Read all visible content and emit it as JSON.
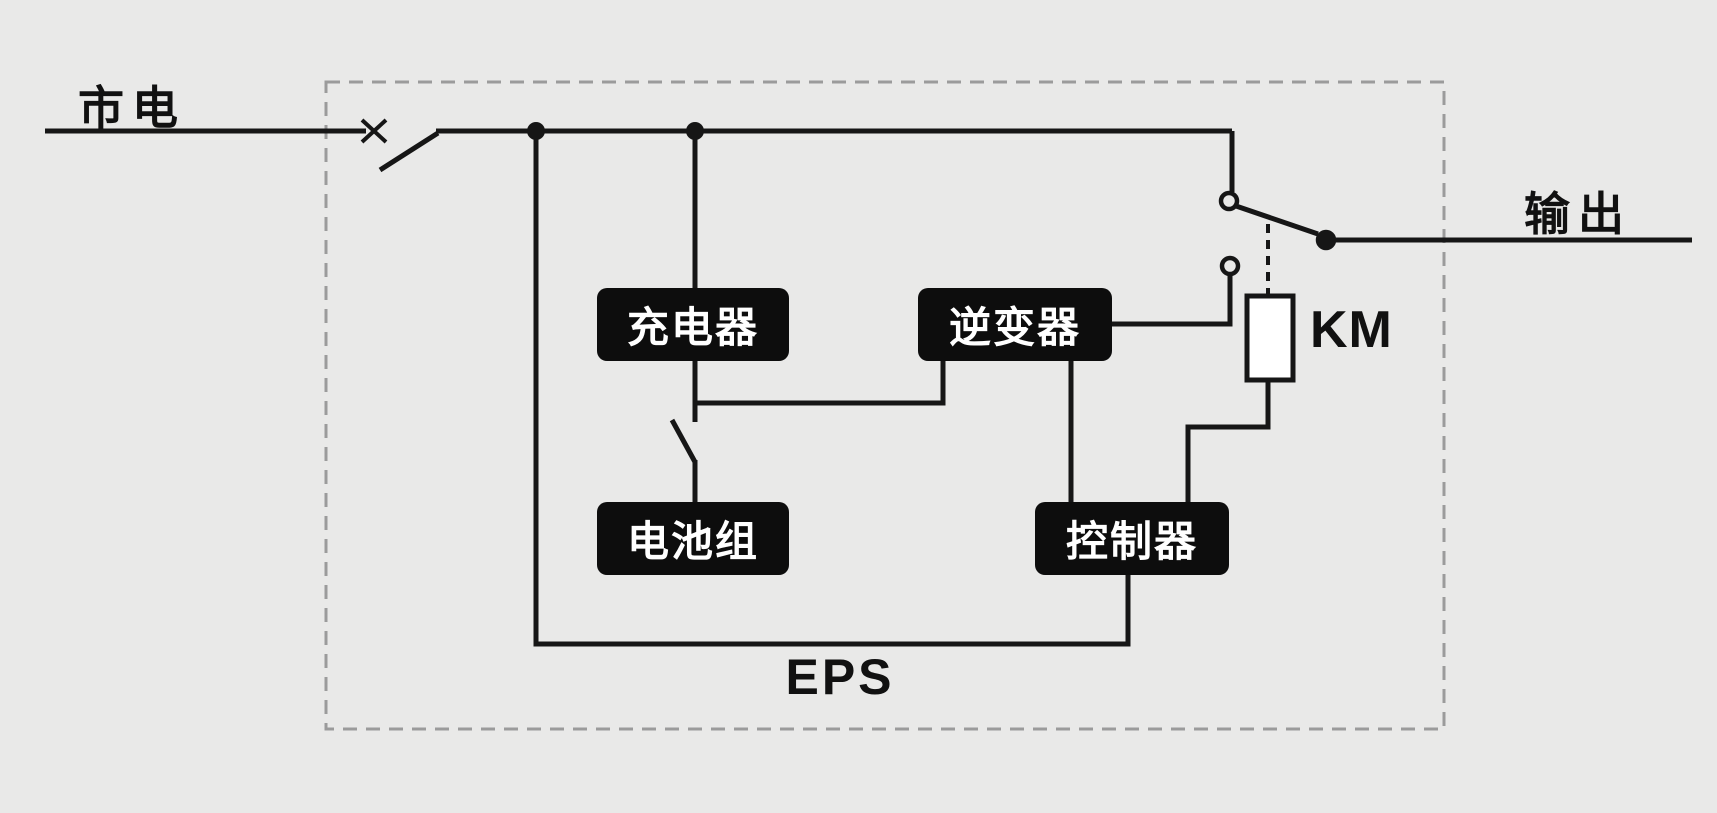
{
  "diagram": {
    "labels": {
      "mains": "市电",
      "output": "输出",
      "contactor": "KM",
      "system": "EPS"
    },
    "blocks": [
      {
        "id": "charger",
        "label": "充电器"
      },
      {
        "id": "inverter",
        "label": "逆变器"
      },
      {
        "id": "battery",
        "label": "电池组"
      },
      {
        "id": "controller",
        "label": "控制器"
      }
    ],
    "colors": {
      "background": "#e9e9e8",
      "wire": "#161616",
      "block_fill": "#0d0d0d",
      "block_text": "#ffffff",
      "enclosure_dash": "#9b9b9b"
    }
  }
}
